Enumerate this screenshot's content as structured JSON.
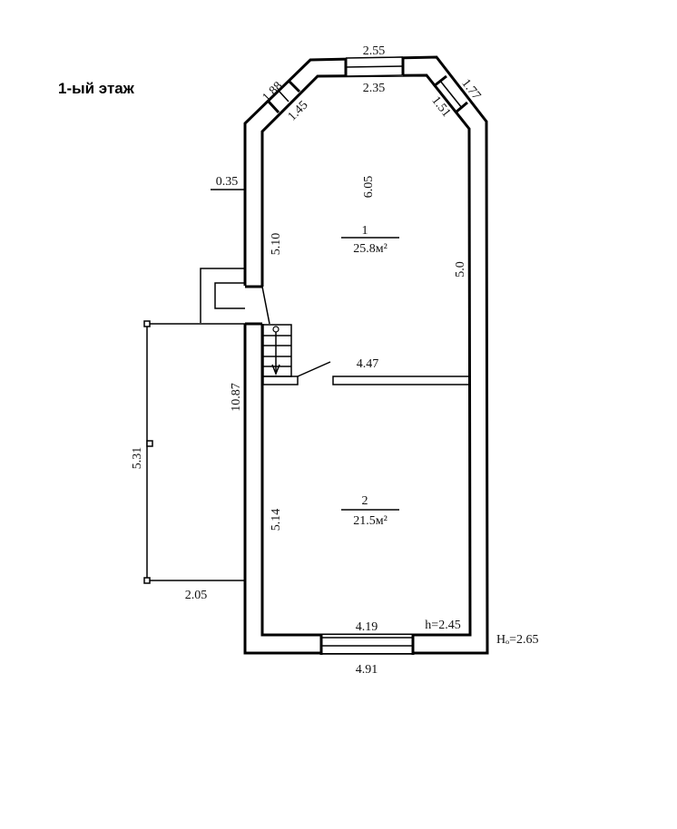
{
  "title": "1-ый этаж",
  "rooms": [
    {
      "number": "1",
      "area": "25.8м²"
    },
    {
      "number": "2",
      "area": "21.5м²"
    }
  ],
  "dimensions": {
    "top_outer": "2.55",
    "top_inner": "2.35",
    "left_diag_outer": "1.88",
    "left_diag_inner": "1.45",
    "right_diag_outer": "1.77",
    "right_diag_inner": "1.51",
    "wall_thickness": "0.35",
    "room1_length": "6.05",
    "room1_left": "5.10",
    "room1_right": "5.0",
    "partition": "4.47",
    "total_left": "10.87",
    "terrace_length": "5.31",
    "terrace_width": "2.05",
    "room2_left": "5.14",
    "bottom_inner": "4.19",
    "bottom_outer": "4.91",
    "ceiling_height": "h=2.45",
    "floor_height": "Hₒ=2.65"
  }
}
